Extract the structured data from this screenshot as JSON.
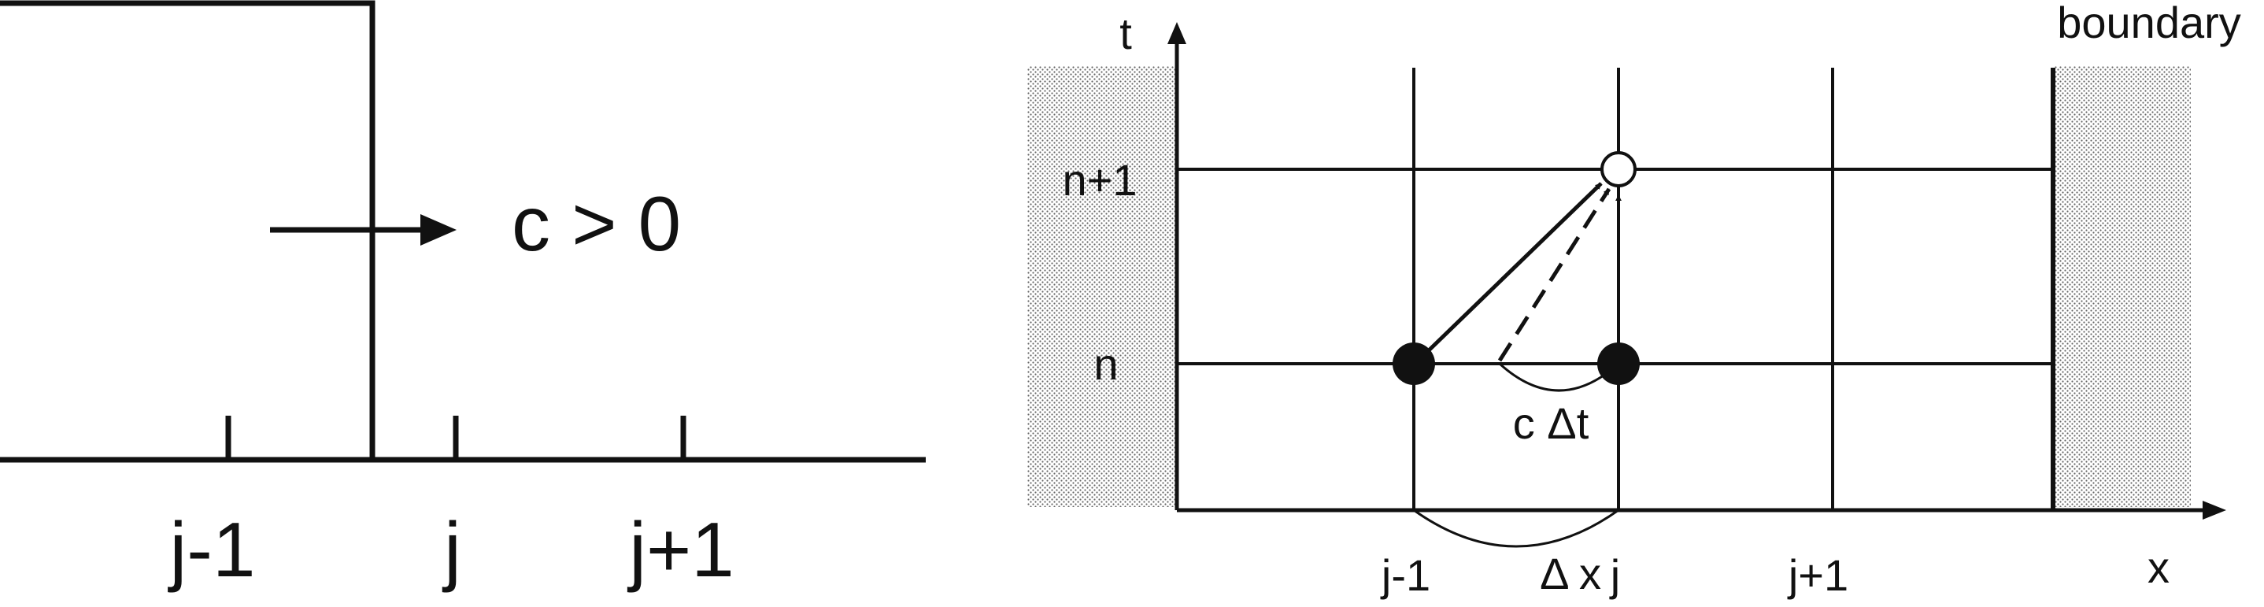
{
  "left_panel": {
    "tick_labels": [
      "j-1",
      "j",
      "j+1"
    ],
    "velocity_label": "c > 0"
  },
  "right_panel": {
    "t_axis_label": "t",
    "x_axis_label": "x",
    "boundary_label": "boundary",
    "time_labels": {
      "n_plus_1": "n+1",
      "n": "n"
    },
    "space_labels": [
      "j-1",
      "j",
      "j+1"
    ],
    "dx_label": "Δ x",
    "cdt_label": "c Δt"
  },
  "colors": {
    "ink": "#111111",
    "boundary_fill": "#d8d8d8"
  }
}
